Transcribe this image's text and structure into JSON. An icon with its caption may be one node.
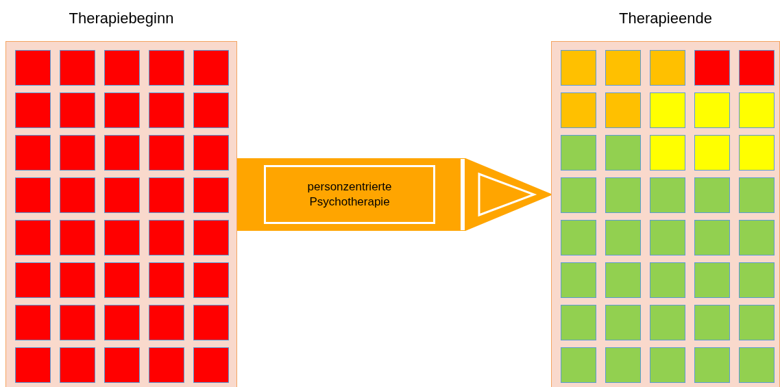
{
  "diagram": {
    "nodes": [
      {
        "text": [
          "Therapiebeginn"
        ]
      },
      {
        "text": [
          "Therapieende"
        ]
      }
    ],
    "edges": [
      {
        "from": 0,
        "to": 1,
        "arrow": "to",
        "label": "personzentrierte Psychotherapie",
        "style": "thick",
        "color": "#ffa500"
      }
    ]
  }
}
